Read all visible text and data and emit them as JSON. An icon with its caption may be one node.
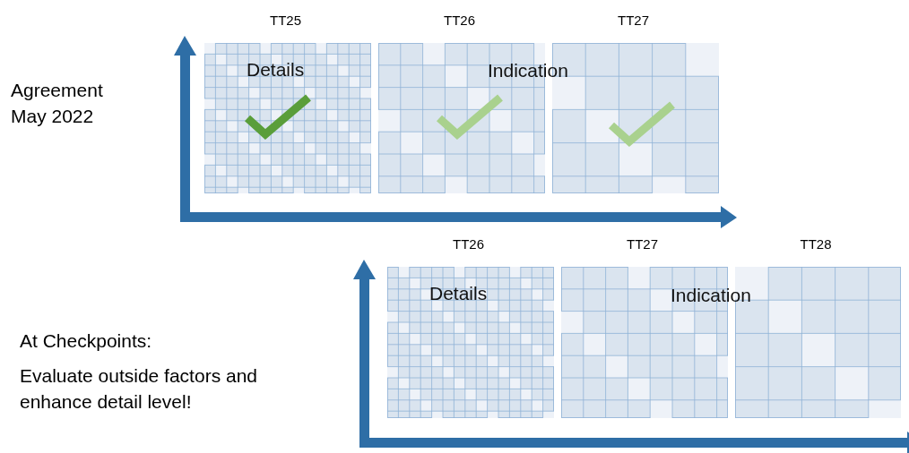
{
  "diagram": {
    "nodes": [
      {
        "text": [
          "TT25",
          "Details"
        ]
      },
      {
        "text": [
          "TT26"
        ]
      },
      {
        "text": [
          "TT27"
        ]
      },
      {
        "text": [
          "TT26",
          "Details"
        ]
      },
      {
        "text": [
          "TT27"
        ]
      },
      {
        "text": [
          "TT28"
        ]
      }
    ],
    "labels": [
      "Agreement May 2022",
      "Indication",
      "Indication",
      "At Checkpoints:",
      "Evaluate outside factors and enhance detail level!"
    ]
  }
}
